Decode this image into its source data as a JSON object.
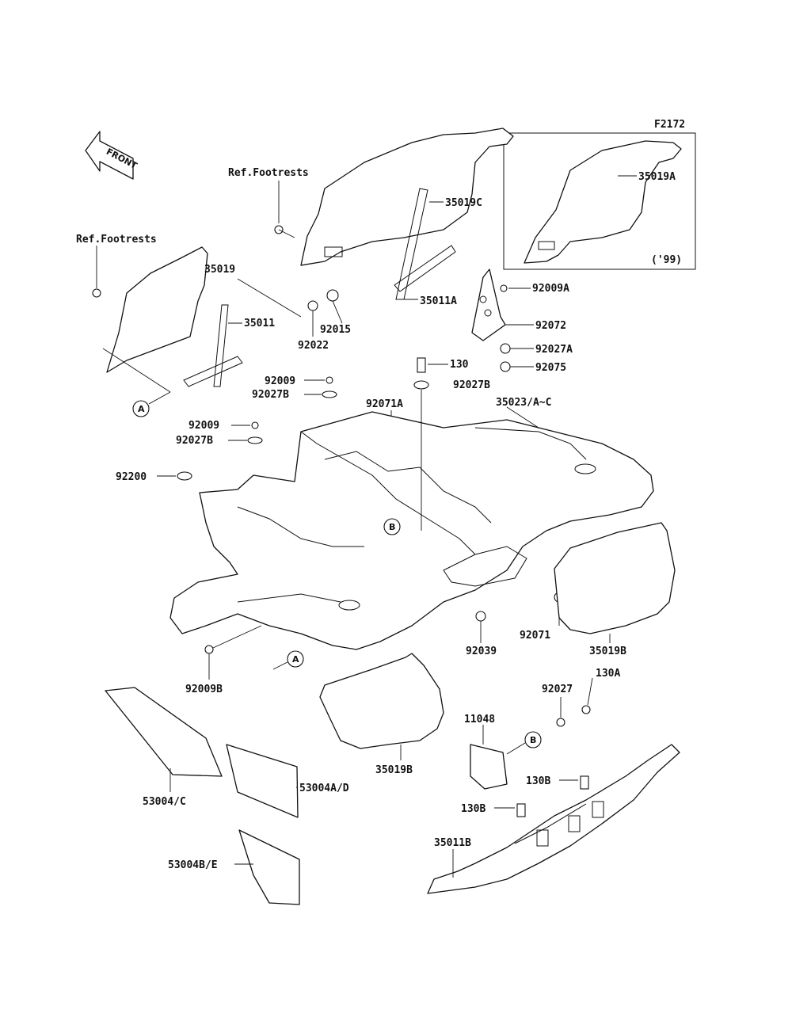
{
  "figure_code": "F2172",
  "front_arrow": {
    "text": "FRONT",
    "icon": "front-arrow-icon"
  },
  "inset_note": "('99)",
  "refs": {
    "footrests_upper": "Ref.Footrests",
    "footrests_left": "Ref.Footrests"
  },
  "callouts": {
    "a1": "A",
    "a2": "A",
    "b1": "B",
    "b2": "B"
  },
  "labels": {
    "p35019c": "35019C",
    "p35019a": "35019A",
    "p35019": "35019",
    "p35011": "35011",
    "p35011a": "35011A",
    "p92022": "92022",
    "p92015": "92015",
    "p92009a": "92009A",
    "p92072": "92072",
    "p92027a": "92027A",
    "p92075": "92075",
    "p130": "130",
    "p92027b_r": "92027B",
    "p92009_1": "92009",
    "p92027b_1": "92027B",
    "p92071a": "92071A",
    "p35023": "35023/A~C",
    "p92009_2": "92009",
    "p92027b_2": "92027B",
    "p92200": "92200",
    "p92071": "92071",
    "p35019b_r": "35019B",
    "p92039": "92039",
    "p92009b": "92009B",
    "p130a": "130A",
    "p92027": "92027",
    "p11048": "11048",
    "p35019b_c": "35019B",
    "p53004c": "53004/C",
    "p53004ad": "53004A/D",
    "p130b_1": "130B",
    "p130b_2": "130B",
    "p35011b": "35011B",
    "p53004be": "53004B/E"
  }
}
